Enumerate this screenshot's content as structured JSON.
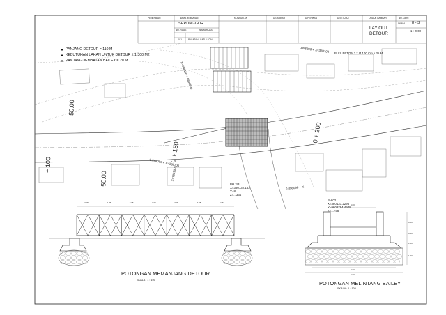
{
  "title_block": {
    "headers": [
      "PENERBIAN",
      "NAMA JEMBATAN",
      "KONSULTAN",
      "DIGAMBAR",
      "DIPERIKSA",
      "DISETUJUI",
      "JUDUL GAMBAR",
      "NO. GBR :"
    ],
    "bridge_name": "SEPUNGGUR",
    "no_ruas_label": "NO. RUAS",
    "nama_ruas_label": "NAMA RUAS",
    "ruas_number": "011",
    "ruas_name": "PAGATAN - BATU LICIN",
    "drawing_title_1": "LAY OUT",
    "drawing_title_2": "DETOUR",
    "drawing_number": "8 - 3",
    "skala_label": "SKALA :",
    "skala_value": "1 : 2000"
  },
  "notes": [
    "PANJANG DETOUR = 110 M",
    "KEBUTUHAN LAHAN UNTUK DETOUR ± 1.300 M2",
    "PANJANG JEMBATAN BAILEY = 20 M"
  ],
  "plan_labels": {
    "buis_beton": "BUIS BETON 2 x Ø 100 Cm x 35 M",
    "coord_1": "X=388150 + 9606800",
    "coord_2": "0096800 + X=388100",
    "coord_3": "0.098096 + X=388100",
    "coord_4": "0.098096 + X",
    "coord_5": "X=385150",
    "bm_block": [
      "BH 02",
      "X=380131.2296",
      "Y=9608794.4948",
      "Z=1.758"
    ],
    "bm_block_2": [
      "BH 2/3",
      "X=380132.163",
      "Y=8...",
      "Z=...364"
    ],
    "offset_left": "50.00",
    "offset_bottom": "50.00",
    "chainage_100": "+ 100",
    "chainage_150": "0 + 150",
    "chainage_200": "0 + 200"
  },
  "sections": {
    "long_title": "POTONGAN  MEMANJANG DETOUR",
    "long_scale": "SKALA : 1 : 100",
    "long_dims": [
      "3.05",
      "3.05",
      "3.05",
      "3.05",
      "3.05",
      "3.05",
      "3.05"
    ],
    "cross_title": "POTONGAN  MELINTANG BAILEY",
    "cross_scale": "SKALA : 1 : 100",
    "cross_dims": [
      "4.00",
      "0.60",
      "0.50",
      "1.00",
      "1.00",
      "7.00",
      "9.00"
    ]
  }
}
